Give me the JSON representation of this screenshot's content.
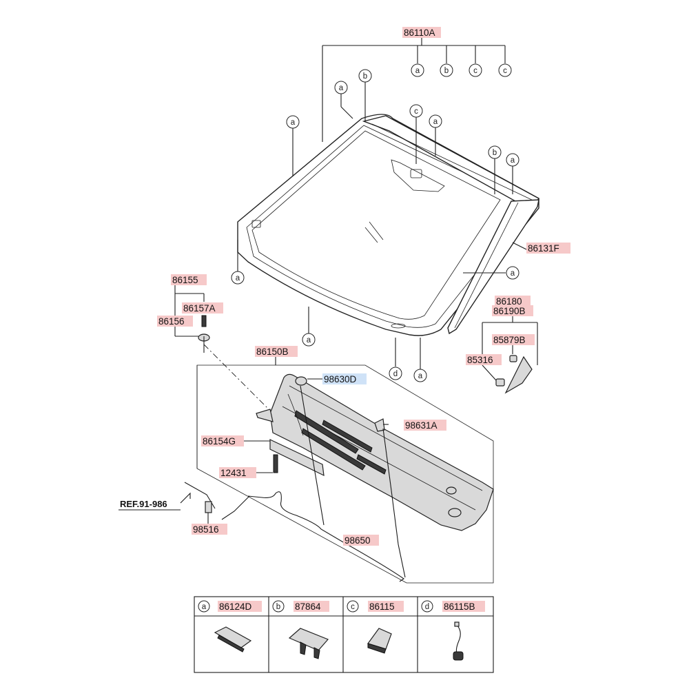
{
  "labels": {
    "p86110A": "86110A",
    "p86131F": "86131F",
    "p86155": "86155",
    "p86157A": "86157A",
    "p86156": "86156",
    "p86150B": "86150B",
    "p98630D": "98630D",
    "p98631A": "98631A",
    "p86154G": "86154G",
    "p12431": "12431",
    "p98516": "98516",
    "p98650": "98650",
    "p86180": "86180",
    "p86190B": "86190B",
    "p85879B": "85879B",
    "p85316": "85316",
    "ref": "REF.91-986"
  },
  "callouts": {
    "a": "a",
    "b": "b",
    "c": "c",
    "d": "d"
  },
  "legend": [
    {
      "letter": "a",
      "part": "86124D"
    },
    {
      "letter": "b",
      "part": "87864"
    },
    {
      "letter": "c",
      "part": "86115"
    },
    {
      "letter": "d",
      "part": "86115B"
    }
  ]
}
